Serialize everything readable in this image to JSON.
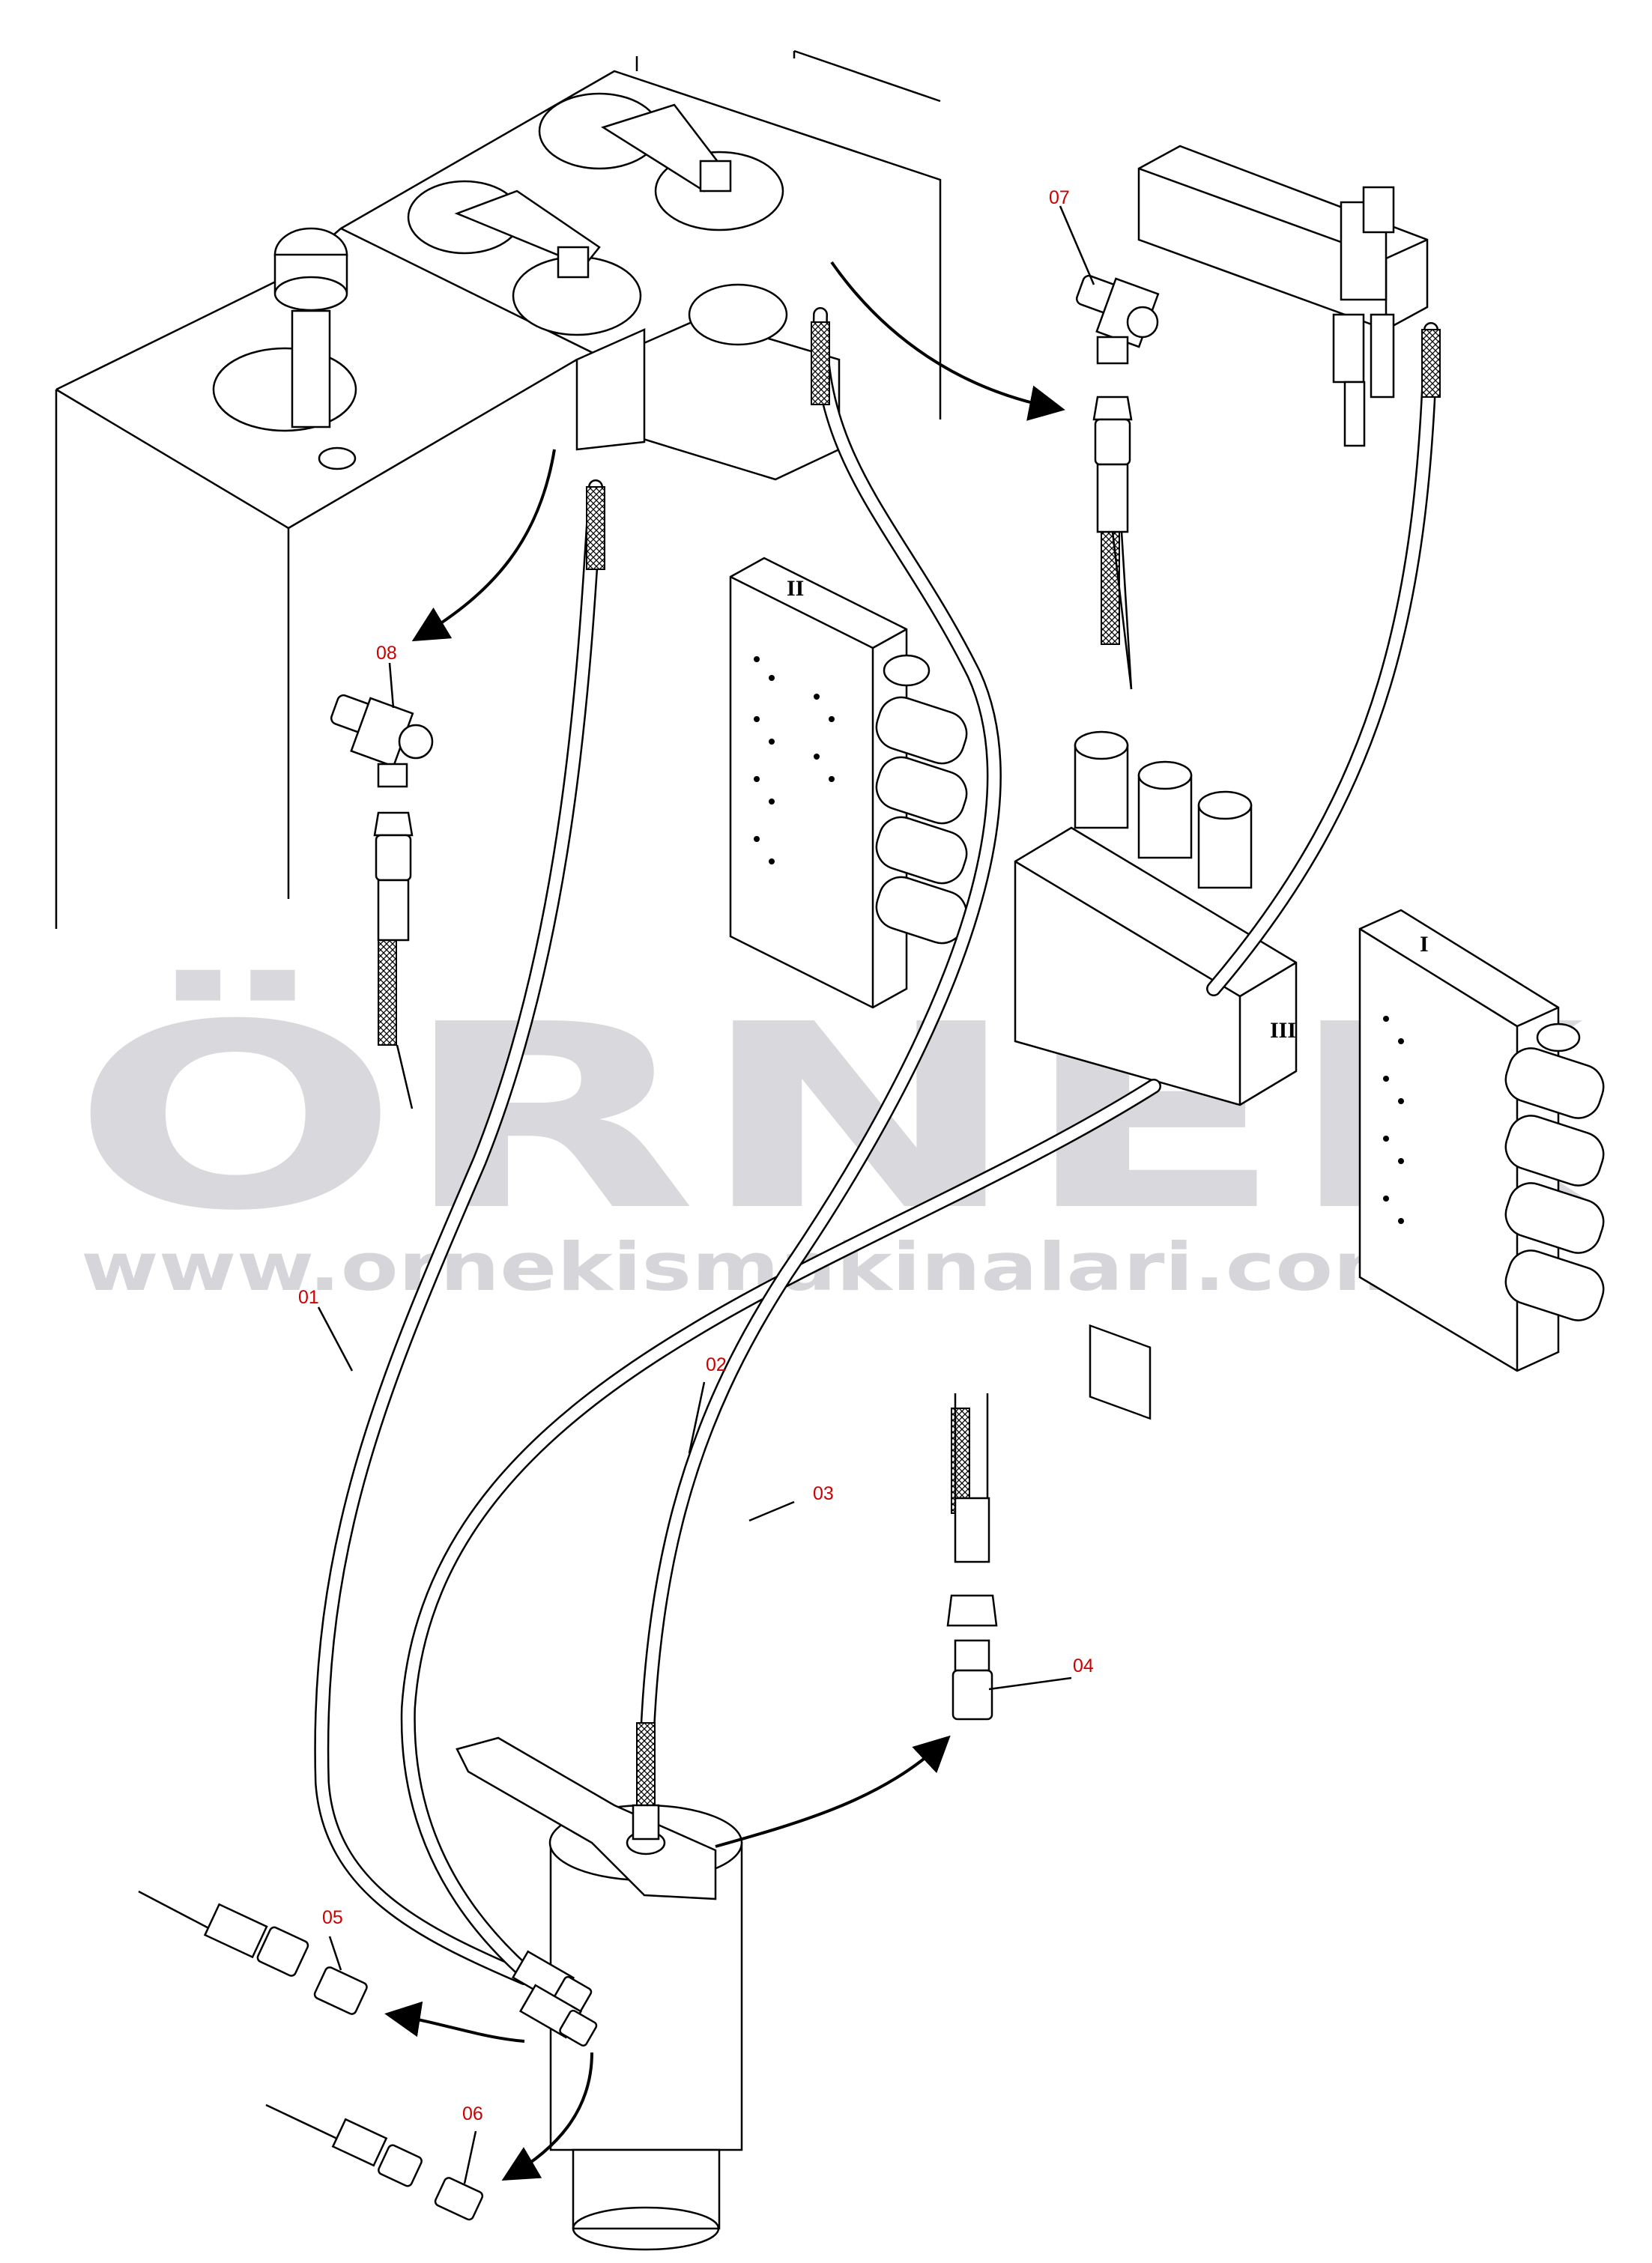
{
  "diagram": {
    "colors": {
      "line": "#000000",
      "label": "#cc0000",
      "watermark_grey": "#d9d9dd",
      "watermark_yellow": "#f6d886"
    },
    "watermark": {
      "brand": "ÖRNEK",
      "url": "www.ornekismakinalari.com.tr"
    },
    "valve_markers": [
      "II",
      "III",
      "I"
    ],
    "parts": [
      {
        "id": "01",
        "label": "01"
      },
      {
        "id": "02",
        "label": "02"
      },
      {
        "id": "03",
        "label": "03"
      },
      {
        "id": "04",
        "label": "04"
      },
      {
        "id": "05",
        "label": "05"
      },
      {
        "id": "06",
        "label": "06"
      },
      {
        "id": "07",
        "label": "07"
      },
      {
        "id": "08",
        "label": "08"
      }
    ]
  }
}
